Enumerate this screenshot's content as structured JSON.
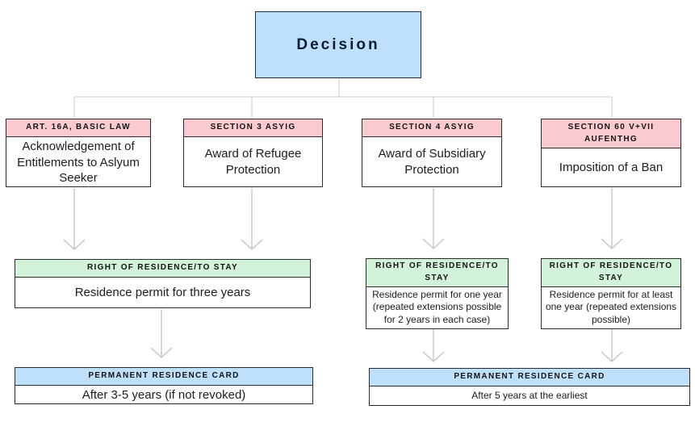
{
  "diagram": {
    "root": {
      "label": "Decision"
    },
    "branches": [
      {
        "header": "ART. 16A, BASIC LAW",
        "body": "Acknowledgement of Entitlements to Aslyum Seeker"
      },
      {
        "header": "SECTION 3 ASYIG",
        "body": "Award of Refugee Protection"
      },
      {
        "header": "SECTION 4 ASYIG",
        "body": "Award of Subsidiary Protection"
      },
      {
        "header": "SECTION 60 V+VII AUFENTHG",
        "body": "Imposition of a Ban"
      }
    ],
    "residence": [
      {
        "header": "RIGHT OF RESIDENCE/TO STAY",
        "body": "Residence permit for three years"
      },
      {
        "header": "RIGHT OF RESIDENCE/TO STAY",
        "body": "Residence permit for one year (repeated extensions possible for 2 years in each case)"
      },
      {
        "header": "RIGHT OF RESIDENCE/TO STAY",
        "body": "Residence permit for at least one year (repeated extensions possible)"
      }
    ],
    "permanent": [
      {
        "header": "PERMANENT RESIDENCE CARD",
        "body": "After 3-5 years (if not revoked)"
      },
      {
        "header": "PERMANENT RESIDENCE CARD",
        "body": "After 5 years at the earliest"
      }
    ],
    "colors": {
      "root_fill": "#bfe0fb",
      "law_header_fill": "#f9cbd1",
      "residence_header_fill": "#d2f2da",
      "permanent_header_fill": "#bfe0fb",
      "connector": "#c9c9c9",
      "arrow": "#c2c2c2"
    }
  }
}
